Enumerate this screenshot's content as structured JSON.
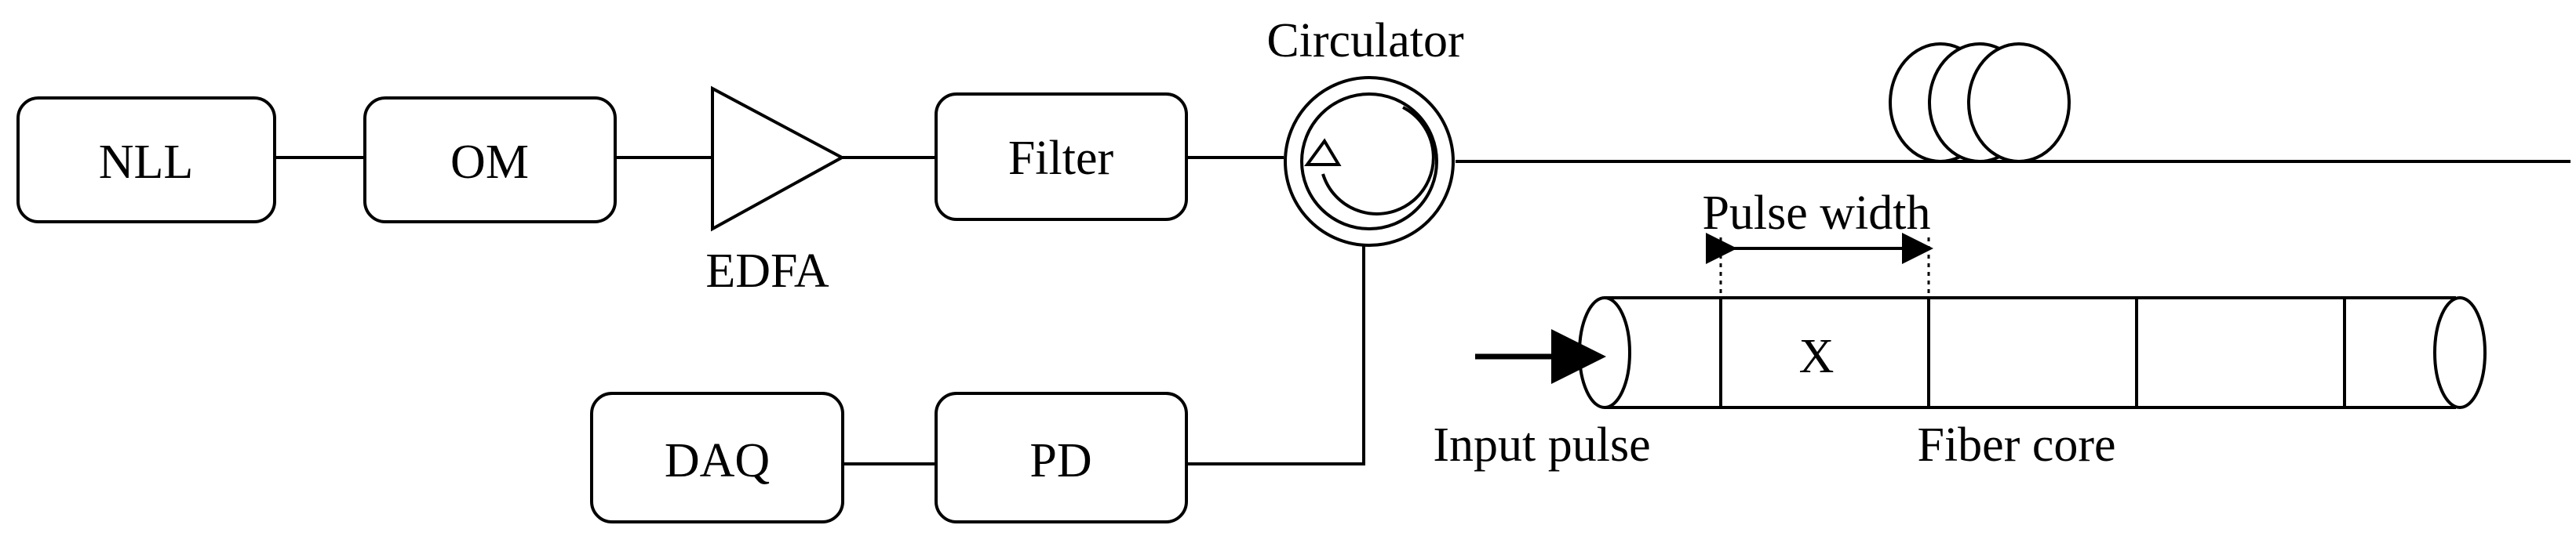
{
  "blocks": {
    "nll": "NLL",
    "om": "OM",
    "edfa": "EDFA",
    "filter": "Filter",
    "circulator": "Circulator",
    "daq": "DAQ",
    "pd": "PD"
  },
  "fiber_inset": {
    "pulse_width": "Pulse width",
    "x_label": "X",
    "input_pulse": "Input pulse",
    "fiber_core": "Fiber core"
  }
}
